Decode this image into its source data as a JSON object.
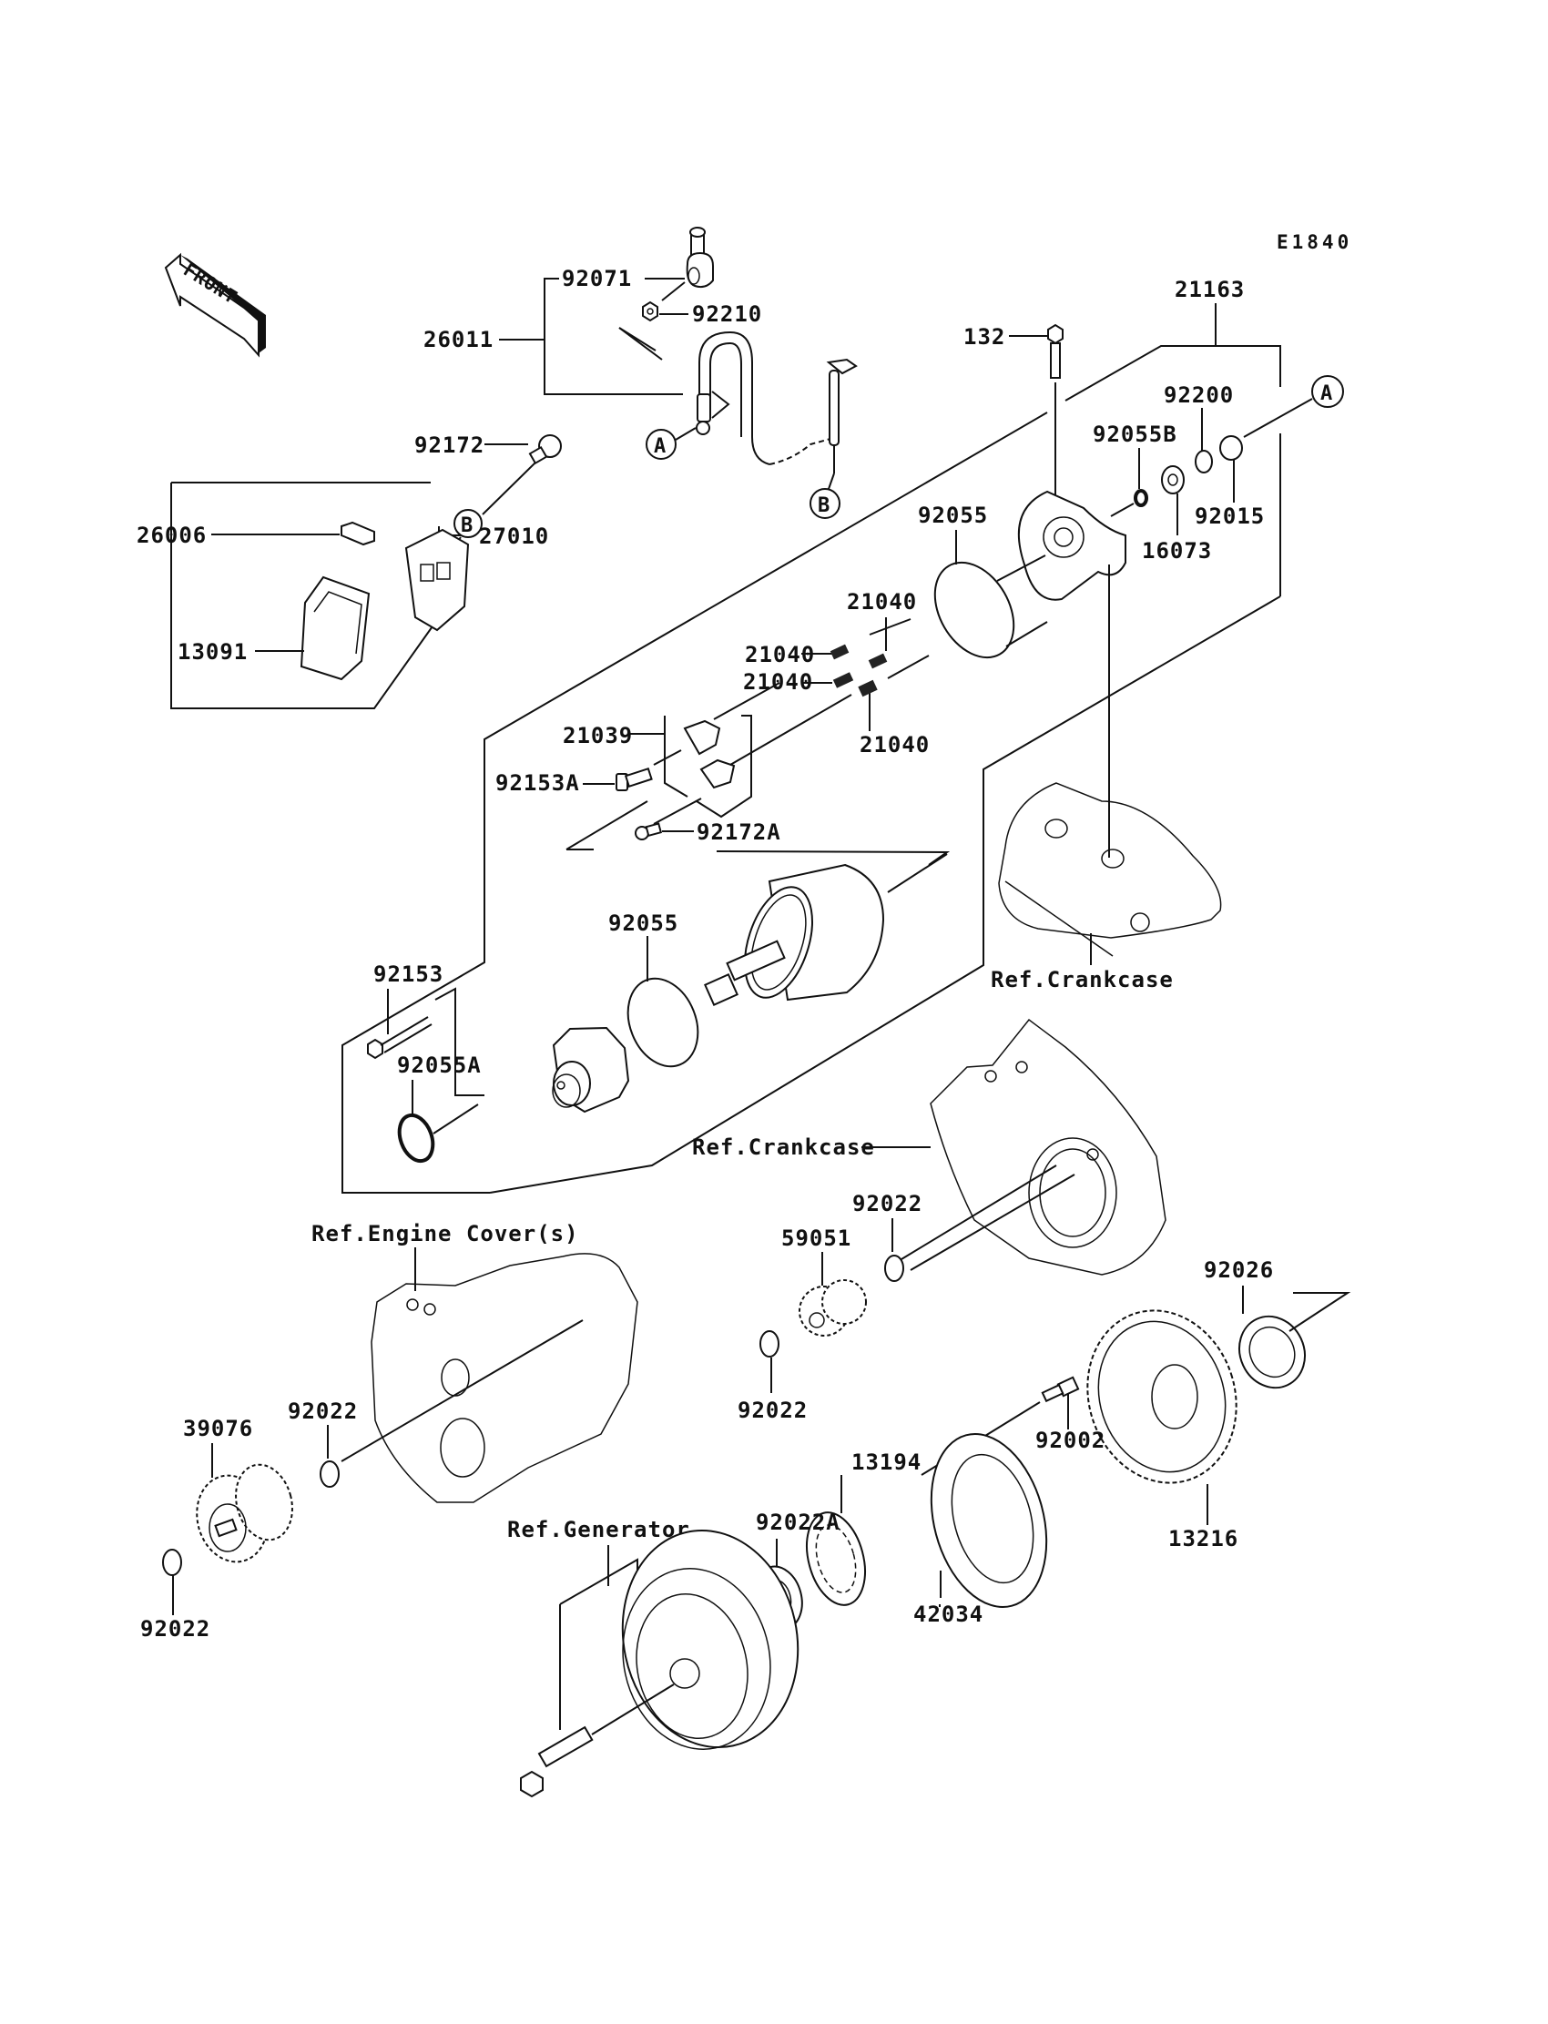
{
  "diagram": {
    "code": "E1840",
    "front_marker": "FRONT",
    "callouts": {
      "A": "A",
      "B": "B"
    },
    "labels": {
      "p92071": "92071",
      "p92210": "92210",
      "p26011": "26011",
      "p92172": "92172",
      "p26006": "26006",
      "p27010": "27010",
      "p13091": "13091",
      "p21163": "21163",
      "p132": "132",
      "p92200": "92200",
      "p92055B": "92055B",
      "p92015": "92015",
      "p16073": "16073",
      "p92055_top": "92055",
      "p21040_a": "21040",
      "p21040_b": "21040",
      "p21040_c": "21040",
      "p21040_d": "21040",
      "p21039": "21039",
      "p92153A": "92153A",
      "p92172A": "92172A",
      "p92055_mid": "92055",
      "p92153": "92153",
      "p92055A": "92055A",
      "ref_crankcase_1": "Ref.Crankcase",
      "ref_crankcase_2": "Ref.Crankcase",
      "p92022_a": "92022",
      "p59051": "59051",
      "p92026": "92026",
      "ref_engine_cover": "Ref.Engine Cover(s)",
      "p92022_b": "92022",
      "p92022_c": "92022",
      "p39076": "39076",
      "p92022_d": "92022",
      "p92002": "92002",
      "p13194": "13194",
      "p13216": "13216",
      "ref_generator": "Ref.Generator",
      "p92022A": "92022A",
      "p42034": "42034"
    }
  }
}
